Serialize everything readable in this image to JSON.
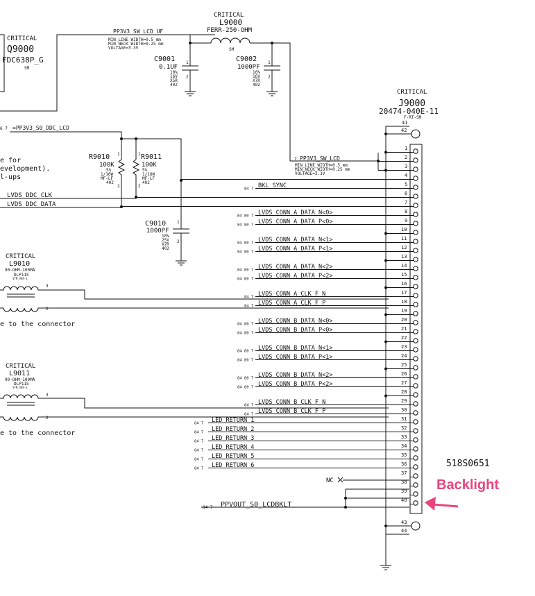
{
  "q9000": {
    "critical": "CRITICAL",
    "ref": "Q9000",
    "part": "FDC638P_G",
    "pkg": "SM"
  },
  "l9000": {
    "critical": "CRITICAL",
    "ref": "L9000",
    "part": "FERR-250-OHM",
    "pkg": "SM"
  },
  "net_pp3v3_sw_lcd_uf": {
    "name": "PP3V3_SW_LCD_UF",
    "line1": "MIN_LINE_WIDTH=0.5 mm",
    "line2": "MIN_NECK_WIDTH=0.25 mm",
    "line3": "VOLTAGE=3.3V"
  },
  "c9001": {
    "ref": "C9001",
    "val": "0.1UF",
    "s1": "10%",
    "s2": "16V",
    "s3": "X5R",
    "s4": "402"
  },
  "c9002": {
    "ref": "C9002",
    "val": "1000PF",
    "s1": "10%",
    "s2": "16V",
    "s3": "X7R",
    "s4": "402"
  },
  "j9000": {
    "critical": "CRITICAL",
    "ref": "J9000",
    "part": "20474-040E-11",
    "pkg": "F-RT-SM"
  },
  "net_pp3v3_s0_ddc": {
    "prefix": "6 7",
    "name": "=PP3V3_S0_DDC_LCD"
  },
  "note_left": {
    "l1": "e for",
    "l2": "evelopment).",
    "l3": "l-ups"
  },
  "r9010": {
    "ref": "R9010",
    "val": "100K",
    "s1": "5%",
    "s2": "1/16W",
    "s3": "MF-LF",
    "s4": "402"
  },
  "r9011": {
    "ref": "R9011",
    "val": "100K",
    "s1": "5%",
    "s2": "1/16W",
    "s3": "MF-LF",
    "s4": "402"
  },
  "net_pp3v3_sw_lcd": {
    "prefix": "7",
    "name": "PP3V3_SW_LCD",
    "line1": "MIN_LINE_WIDTH=0.5 mm",
    "line2": "MIN_NECK_WIDTH=0.25 mm",
    "line3": "VOLTAGE=3.3V"
  },
  "net_ddc_clk": "LVDS_DDC_CLK",
  "net_ddc_data": "LVDS_DDC_DATA",
  "c9010": {
    "ref": "C9010",
    "val": "1000PF",
    "s1": "10%",
    "s2": "25V",
    "s3": "X7R",
    "s4": "402"
  },
  "l9010": {
    "critical": "CRITICAL",
    "ref": "L9010",
    "part": "90-OHM-100MA",
    "pkg1": "DLP11S",
    "pkg2": "SYM_VER-1",
    "note": "e to the connector"
  },
  "l9011": {
    "critical": "CRITICAL",
    "ref": "L9011",
    "part": "90-OHM-100MA",
    "pkg1": "DLP11S",
    "pkg2": "SYM_VER-1",
    "note": "e to the connector"
  },
  "pins": [
    "1",
    "2",
    "3",
    "4",
    "5",
    "6",
    "7",
    "8",
    "9",
    "10",
    "11",
    "12",
    "13",
    "14",
    "15",
    "16",
    "17",
    "18",
    "19",
    "20",
    "21",
    "22",
    "23",
    "24",
    "25",
    "26",
    "27",
    "28",
    "29",
    "30",
    "31",
    "32",
    "33",
    "34",
    "35",
    "36",
    "37",
    "38",
    "39",
    "40"
  ],
  "pin_top": [
    "41",
    "42"
  ],
  "pin_bot": [
    "43",
    "44"
  ],
  "signals": [
    {
      "pin": 5,
      "name": "BKL_SYNC",
      "prefix": "84 7"
    },
    {
      "pin": 8,
      "name": "LVDS_CONN_A_DATA_N<0>",
      "prefix": "84 80 7"
    },
    {
      "pin": 9,
      "name": "LVDS_CONN_A_DATA_P<0>",
      "prefix": "84 80 7"
    },
    {
      "pin": 11,
      "name": "LVDS_CONN_A_DATA_N<1>",
      "prefix": "84 80 7"
    },
    {
      "pin": 12,
      "name": "LVDS_CONN_A_DATA_P<1>",
      "prefix": "84 80 7"
    },
    {
      "pin": 14,
      "name": "LVDS_CONN_A_DATA_N<2>",
      "prefix": "84 80 7"
    },
    {
      "pin": 15,
      "name": "LVDS_CONN_A_DATA_P<2>",
      "prefix": "84 80 7"
    },
    {
      "pin": 17,
      "name": "LVDS_CONN_A_CLK_F_N",
      "prefix": "84 7"
    },
    {
      "pin": 18,
      "name": "LVDS_CONN_A_CLK_F_P",
      "prefix": "84 7"
    },
    {
      "pin": 20,
      "name": "LVDS_CONN_B_DATA_N<0>",
      "prefix": "84 80 7"
    },
    {
      "pin": 21,
      "name": "LVDS_CONN_B_DATA_P<0>",
      "prefix": "84 80 7"
    },
    {
      "pin": 23,
      "name": "LVDS_CONN_B_DATA_N<1>",
      "prefix": "84 80 7"
    },
    {
      "pin": 24,
      "name": "LVDS_CONN_B_DATA_P<1>",
      "prefix": "84 80 7"
    },
    {
      "pin": 26,
      "name": "LVDS_CONN_B_DATA_N<2>",
      "prefix": "84 80 7"
    },
    {
      "pin": 27,
      "name": "LVDS_CONN_B_DATA_P<2>",
      "prefix": "84 80 7"
    },
    {
      "pin": 29,
      "name": "LVDS_CONN_B_CLK_F_N",
      "prefix": "84 7"
    },
    {
      "pin": 30,
      "name": "LVDS_CONN_B_CLK_F_P",
      "prefix": "84 7"
    }
  ],
  "led_returns": [
    {
      "pin": 31,
      "name": "LED_RETURN_1",
      "prefix": "84 7"
    },
    {
      "pin": 32,
      "name": "LED_RETURN_2",
      "prefix": "84 7"
    },
    {
      "pin": 33,
      "name": "LED_RETURN_3",
      "prefix": "84 7"
    },
    {
      "pin": 34,
      "name": "LED_RETURN_4",
      "prefix": "84 7"
    },
    {
      "pin": 35,
      "name": "LED_RETURN_5",
      "prefix": "84 7"
    },
    {
      "pin": 36,
      "name": "LED_RETURN_6",
      "prefix": "84 7"
    }
  ],
  "nc_label": "NC",
  "net_ppvout": {
    "prefix": "84 7",
    "name": "PPVOUT_S0_LCDBKLT"
  },
  "part_number": "518S0651",
  "annotation": {
    "label": "Backlight",
    "color": "#e8457a"
  },
  "colors": {
    "ink": "#111111",
    "accent": "#e8457a",
    "background": "#ffffff"
  }
}
